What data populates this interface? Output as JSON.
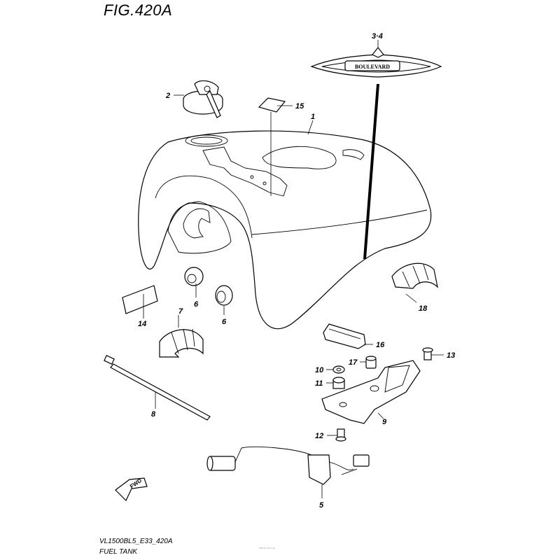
{
  "figure": {
    "title": "FIG.420A"
  },
  "footer": {
    "model_code": "VL1500BL5_E33_420A",
    "section_name": "FUEL TANK",
    "stamp": "TBD-D1-45-A-40"
  },
  "emblem": {
    "text": "BOULEVARD"
  },
  "direction_arrow": {
    "label": "FWD"
  },
  "callouts": {
    "c1": "1",
    "c2": "2",
    "c34": "3·4",
    "c5": "5",
    "c6a": "6",
    "c6b": "6",
    "c7": "7",
    "c8": "8",
    "c9": "9",
    "c10": "10",
    "c11": "11",
    "c12": "12",
    "c13": "13",
    "c14": "14",
    "c15": "15",
    "c16": "16",
    "c17": "17",
    "c18": "18"
  }
}
